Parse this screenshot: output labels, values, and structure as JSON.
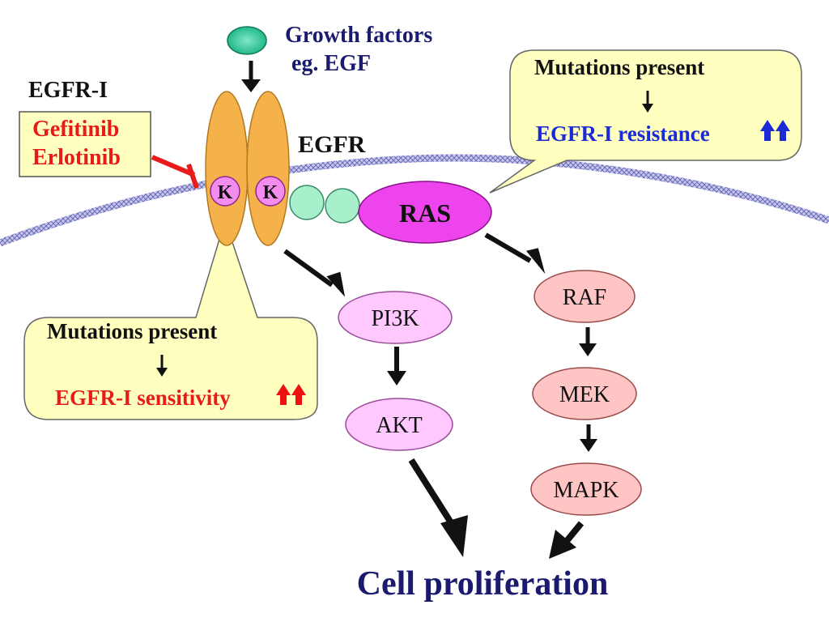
{
  "growth_factors": {
    "line1": "Growth factors",
    "line2": "eg. EGF"
  },
  "egfr_i": {
    "heading": "EGFR-I",
    "drugs": [
      "Gefitinib",
      "Erlotinib"
    ]
  },
  "receptor": {
    "label": "EGFR",
    "kinase_letter": "K"
  },
  "ras": {
    "label": "RAS"
  },
  "callout_resistance": {
    "line1": "Mutations present",
    "line2": "EGFR-I resistance",
    "arrow_color": "#1a2ad6"
  },
  "callout_sensitivity": {
    "line1": "Mutations present",
    "line2": "EGFR-I sensitivity",
    "arrow_color": "#ee1111"
  },
  "pathway_pi3k": [
    "PI3K",
    "AKT"
  ],
  "pathway_mapk": [
    "RAF",
    "MEK",
    "MAPK"
  ],
  "outcome": "Cell proliferation",
  "colors": {
    "navy_text": "#1a1a6e",
    "red_text": "#e81b1b",
    "blue_text": "#1a2ad6",
    "receptor_fill": "#f6b24a",
    "kinase_fill": "#f48cf0",
    "ras_fill": "#ee44ee",
    "ligand_fill": "#3fd3a8",
    "linker_fill": "#a8f0cc",
    "callout_fill": "#ffffc0",
    "pi3k_fill": "#ffc8ff",
    "mapk_fill": "#ffc4c4"
  }
}
